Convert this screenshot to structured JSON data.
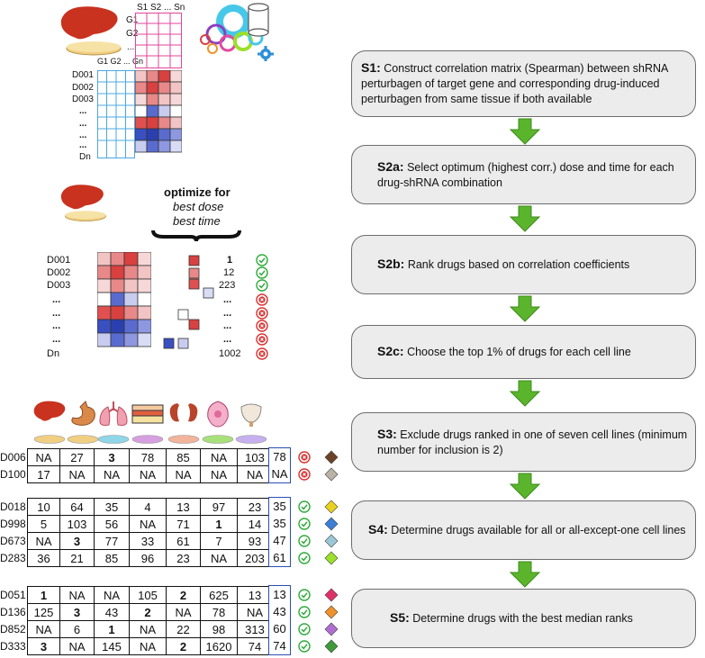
{
  "steps": [
    {
      "label": "S1:",
      "text": "Construct correlation matrix (Spearman) between shRNA perturbagen of target gene and corresponding drug-induced perturbagen from same tissue if both available"
    },
    {
      "label": "S2a:",
      "text": "Select optimum (highest corr.) dose and time for each drug-shRNA combination"
    },
    {
      "label": "S2b:",
      "text": "Rank drugs based on correlation coefficients"
    },
    {
      "label": "S2c:",
      "text": "Choose the top 1% of drugs for each cell line"
    },
    {
      "label": "S3:",
      "text": "Exclude drugs ranked in one of seven cell lines (minimum number for inclusion is 2)"
    },
    {
      "label": "S4:",
      "text": "Determine drugs available for all or all-except-one cell lines"
    },
    {
      "label": "S5:",
      "text": "Determine drugs with the best median ranks"
    }
  ],
  "matrix_panel": {
    "col_header": "S1 S2 ... Sn",
    "gene_rows": [
      "G1",
      "G2",
      "...",
      "G1 G2 ... Gn"
    ],
    "drug_rows": [
      "D001",
      "D002",
      "D003",
      "...",
      "...",
      "...",
      "...",
      "Dn"
    ]
  },
  "optimize_panel": {
    "title": "optimize for",
    "line1": "best dose",
    "line2": "best time",
    "rows": [
      "D001",
      "D002",
      "D003",
      "...",
      "...",
      "...",
      "...",
      "Dn"
    ],
    "ranks": [
      "1",
      "12",
      "223",
      "...",
      "...",
      "...",
      "...",
      "1002"
    ],
    "status": [
      "check",
      "check",
      "check",
      "cross",
      "cross",
      "cross",
      "cross",
      "cross"
    ]
  },
  "tables": [
    {
      "rows": [
        {
          "id": "D006",
          "vals": [
            "NA",
            "27",
            "3",
            "78",
            "85",
            "NA",
            "103"
          ],
          "bold": [
            2
          ],
          "median": "78",
          "status": "cross",
          "color": "#6b4226"
        },
        {
          "id": "D100",
          "vals": [
            "17",
            "NA",
            "NA",
            "NA",
            "NA",
            "NA",
            "NA"
          ],
          "bold": [],
          "median": "NA",
          "status": "cross",
          "color": "#b8b3a6"
        }
      ]
    },
    {
      "rows": [
        {
          "id": "D018",
          "vals": [
            "10",
            "64",
            "35",
            "4",
            "13",
            "97",
            "23"
          ],
          "bold": [],
          "median": "35",
          "status": "check",
          "color": "#e8d21d"
        },
        {
          "id": "D998",
          "vals": [
            "5",
            "103",
            "56",
            "NA",
            "71",
            "1",
            "14"
          ],
          "bold": [
            5
          ],
          "median": "35",
          "status": "check",
          "color": "#3b7fd6"
        },
        {
          "id": "D673",
          "vals": [
            "NA",
            "3",
            "77",
            "33",
            "61",
            "7",
            "93"
          ],
          "bold": [
            1
          ],
          "median": "47",
          "status": "check",
          "color": "#9bc7d6"
        },
        {
          "id": "D283",
          "vals": [
            "36",
            "21",
            "85",
            "96",
            "23",
            "NA",
            "203"
          ],
          "bold": [],
          "median": "61",
          "status": "check",
          "color": "#9be02a"
        }
      ]
    },
    {
      "rows": [
        {
          "id": "D051",
          "vals": [
            "1",
            "NA",
            "NA",
            "105",
            "2",
            "625",
            "13"
          ],
          "bold": [
            0,
            4
          ],
          "median": "13",
          "status": "check",
          "color": "#e0306a"
        },
        {
          "id": "D136",
          "vals": [
            "125",
            "3",
            "43",
            "2",
            "NA",
            "78",
            "NA"
          ],
          "bold": [
            1,
            3
          ],
          "median": "43",
          "status": "check",
          "color": "#f0922a"
        },
        {
          "id": "D852",
          "vals": [
            "NA",
            "6",
            "1",
            "NA",
            "22",
            "98",
            "313"
          ],
          "bold": [
            2
          ],
          "median": "60",
          "status": "check",
          "color": "#b06fd0"
        },
        {
          "id": "D333",
          "vals": [
            "3",
            "NA",
            "145",
            "NA",
            "2",
            "1620",
            "74"
          ],
          "bold": [
            0,
            4
          ],
          "median": "74",
          "status": "check",
          "color": "#3f9a3a"
        }
      ]
    }
  ],
  "tissues": [
    "liver-icon",
    "stomach-icon",
    "lung-icon",
    "skin-icon",
    "kidney-icon",
    "breast-icon",
    "prostate-icon"
  ],
  "colors": {
    "arrow": "#5bb52c",
    "step_fill": "#ececec",
    "check": "#2eaa3a",
    "cross": "#d93030",
    "median_box": "#2a4fb0"
  }
}
